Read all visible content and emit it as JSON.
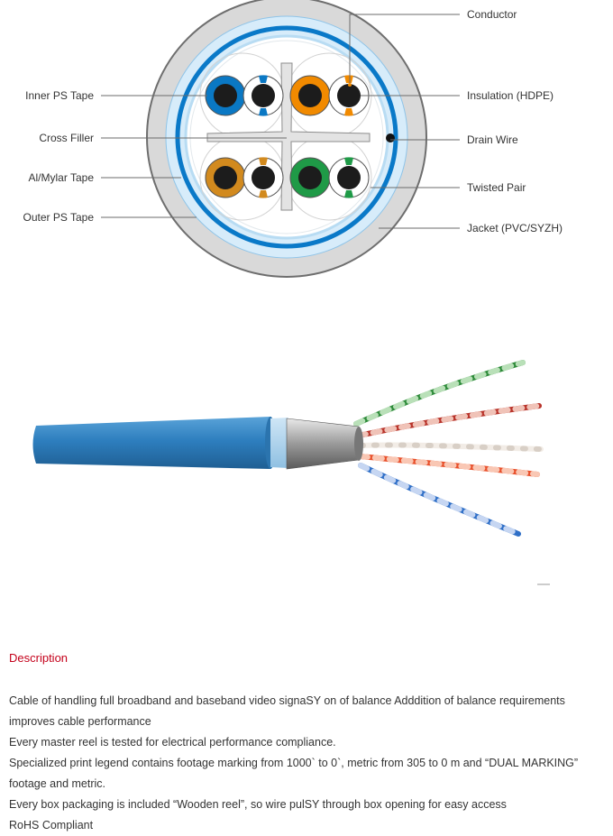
{
  "diagram": {
    "labels_left": {
      "inner_ps_tape": "Inner PS Tape",
      "cross_filler": "Cross Filler",
      "al_mylar_tape": "Al/Mylar Tape",
      "outer_ps_tape": "Outer PS Tape"
    },
    "labels_right": {
      "conductor": "Conductor",
      "insulation": "Insulation (HDPE)",
      "drain_wire": "Drain Wire",
      "twisted_pair": "Twisted Pair",
      "jacket": "Jacket (PVC/SYZH)"
    },
    "colors": {
      "jacket": "#d9d9d9",
      "tape_blue": "#0a79c8",
      "light_blue": "#d7ecfa",
      "pair_blue": "#0a78c4",
      "pair_orange": "#f18a00",
      "pair_brown": "#d28a1e",
      "pair_green": "#1f9a47",
      "conductor": "#1c1c1c"
    }
  },
  "description": {
    "title": "Description",
    "lines": [
      "Cable of handling full broadband and baseband video signaSY on of balance Adddition of balance requirements improves cable performance",
      "Every master reel is tested for electrical performance compliance.",
      "Specialized print legend contains footage marking from 1000` to 0`, metric from 305 to 0 m and “DUAL MARKING” footage and metric.",
      "Every box packaging is included “Wooden reel”, so wire pulSY through box opening for easy access",
      "RoHS Compliant"
    ]
  }
}
